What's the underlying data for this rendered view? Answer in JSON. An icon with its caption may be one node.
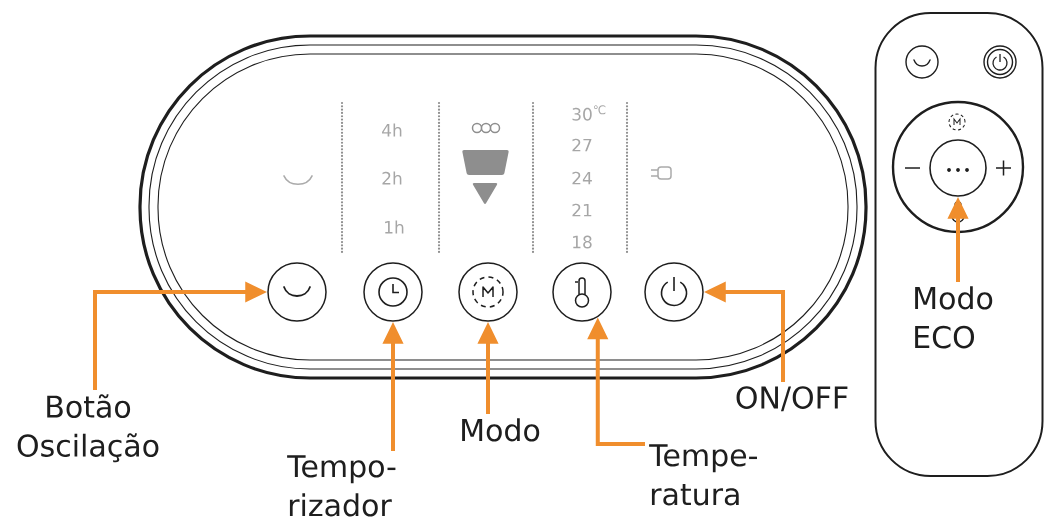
{
  "diagram": {
    "nodes": [
      {
        "text": [],
        "shape": "box"
      },
      {
        "text": [],
        "shape": "circle",
        "in": 0
      },
      {
        "text": [],
        "shape": "circle",
        "in": 0
      },
      {
        "text": [],
        "shape": "circle",
        "in": 0
      },
      {
        "text": [],
        "shape": "circle",
        "in": 0
      },
      {
        "text": [],
        "shape": "circle",
        "in": 0
      },
      {
        "text": [],
        "shape": "box"
      },
      {
        "text": [],
        "shape": "circle",
        "in": 6
      },
      {
        "text": [
          "Modo ECO"
        ],
        "in": 6
      },
      {
        "text": [
          "Botão Oscilação"
        ]
      },
      {
        "text": [
          "Tempo- rizador"
        ]
      },
      {
        "text": [
          "Modo"
        ]
      },
      {
        "text": [
          "Tempe- ratura"
        ]
      },
      {
        "text": [
          "ON/OFF"
        ]
      }
    ],
    "edges": [
      {
        "from": 9,
        "to": 1,
        "arrow": "to"
      },
      {
        "from": 10,
        "to": 2,
        "arrow": "to"
      },
      {
        "from": 11,
        "to": 3,
        "arrow": "to"
      },
      {
        "from": 12,
        "to": 4,
        "arrow": "to"
      },
      {
        "from": 13,
        "to": 5,
        "arrow": "to"
      },
      {
        "from": 8,
        "to": 7,
        "arrow": "to"
      }
    ],
    "labels": [
      "4h",
      "2h",
      "1h",
      "30$^{℃}$",
      "27",
      "24",
      "21",
      "18"
    ]
  }
}
